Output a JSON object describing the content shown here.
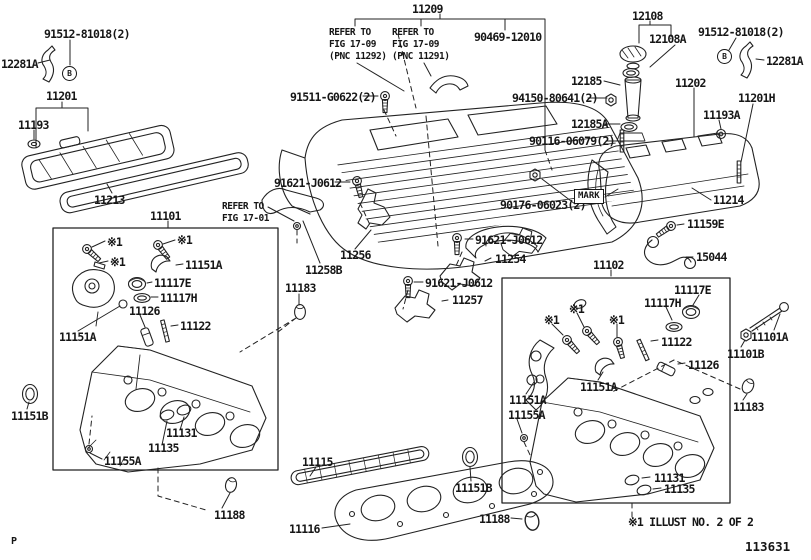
{
  "figure": {
    "code": "113631",
    "page_marker": "P",
    "footnote": "※1 ILLUST NO. 2 OF 2",
    "mark_label": "MARK",
    "fastener_symbol": "B",
    "star_note": "※1",
    "line_color": "#1c1c1c",
    "background": "#ffffff"
  },
  "refer_notes": {
    "fig1709_pnc11292": "REFER TO\nFIG 17-09\n(PNC 11292)",
    "fig1709_pnc11291": "REFER TO\nFIG 17-09\n(PNC 11291)",
    "fig1701": "REFER TO\nFIG 17-01"
  },
  "parts": {
    "p11209": "11209",
    "p91512_81018": "91512-81018(2)",
    "p12281A": "12281A",
    "p11201": "11201",
    "p11193": "11193",
    "p11213": "11213",
    "p11101": "11101",
    "p90469_12010": "90469-12010",
    "p91511_G0622": "91511-G0622(2)",
    "p12108": "12108",
    "p12108A": "12108A",
    "p12185": "12185",
    "p12185A": "12185A",
    "p11202": "11202",
    "p11201H": "11201H",
    "p11193A": "11193A",
    "p94150_80641": "94150-80641(2)",
    "p90116_06079": "90116-06079(2)",
    "p91621_J0612": "91621-J0612",
    "p11256": "11256",
    "p11258B": "11258B",
    "p11183": "11183",
    "p90176_06023": "90176-06023(2)",
    "p11254": "11254",
    "p11257": "11257",
    "p11214": "11214",
    "p11159E": "11159E",
    "p15044": "15044",
    "p11102": "11102",
    "p11151A": "11151A",
    "p11117E": "11117E",
    "p11117H": "11117H",
    "p11126": "11126",
    "p11122": "11122",
    "p11151B": "11151B",
    "p11131": "11131",
    "p11135": "11135",
    "p11155A": "11155A",
    "p11115": "11115",
    "p11116": "11116",
    "p11188": "11188",
    "p11101A": "11101A",
    "p11101B": "11101B"
  }
}
